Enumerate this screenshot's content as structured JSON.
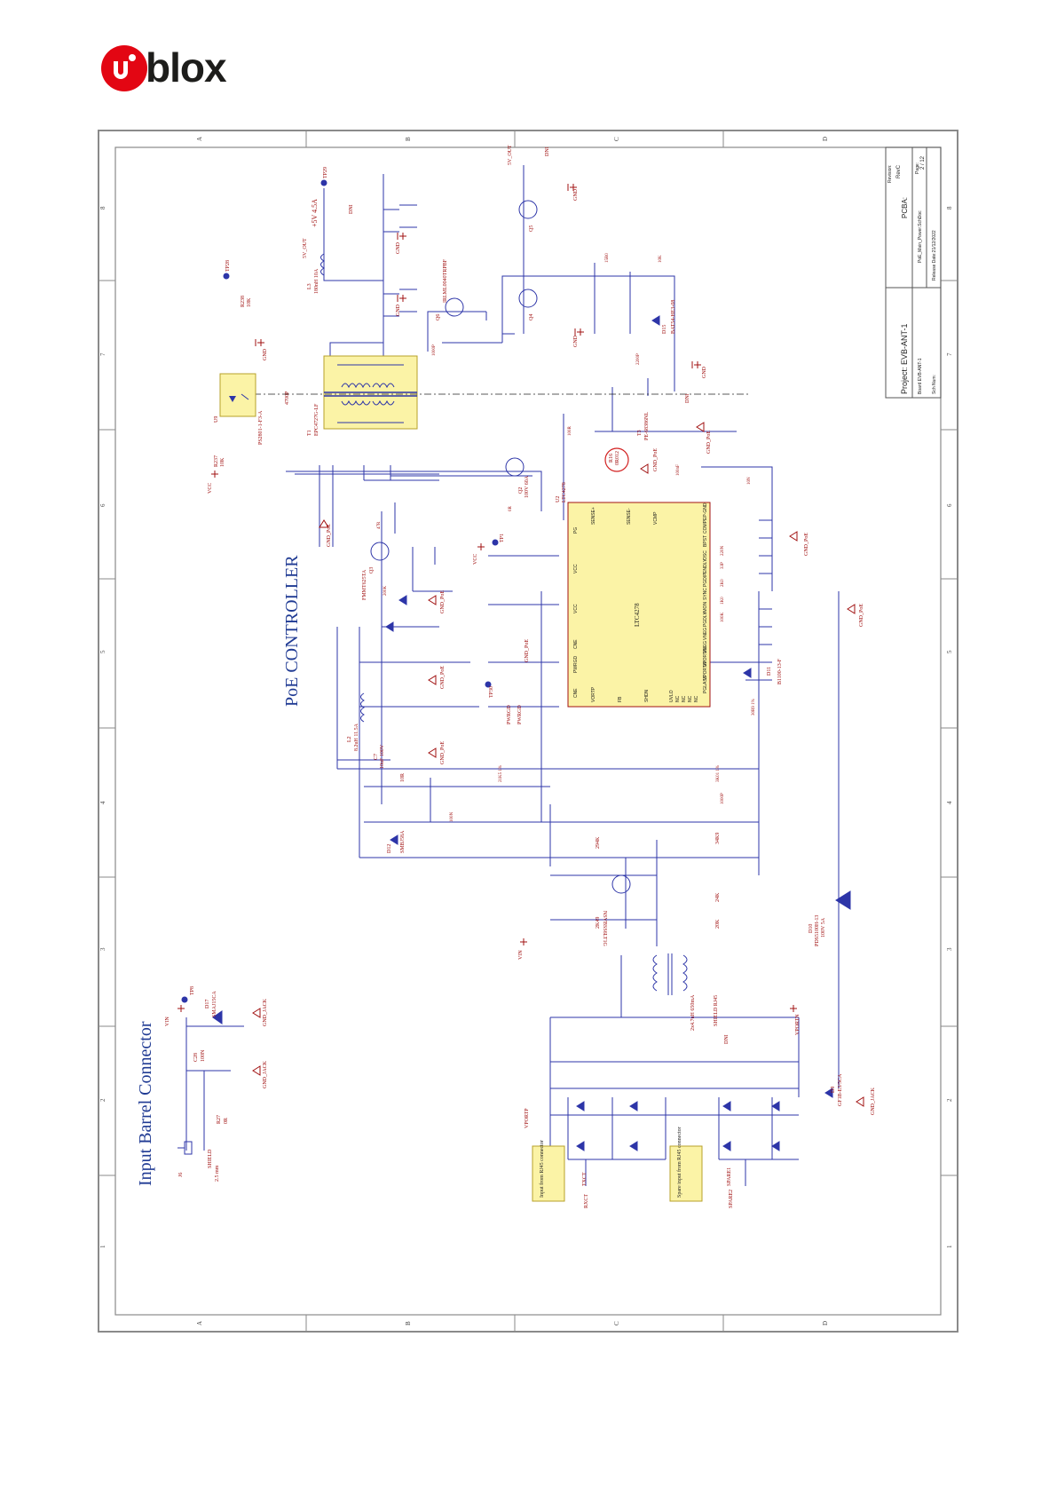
{
  "logo": {
    "brand": "ublox",
    "brand_color": "#e30613"
  },
  "sheet": {
    "rotation": "landscape rotated 90° counter-clockwise",
    "border_letters": [
      "A",
      "B",
      "C",
      "D"
    ],
    "border_numbers": [
      "1",
      "2",
      "3",
      "4",
      "5",
      "6",
      "7",
      "8"
    ],
    "title_block": {
      "project": "Project: EVB-ANT-1",
      "board": "Board EVB-ANT-1",
      "sch_num": "Sch Num:",
      "pcba": "PCBA:",
      "revision_label": "Revision:",
      "revision": "RevC",
      "page_label": "Page:",
      "page": "2 / 12",
      "file": "PoE_Main_Power.SchDoc",
      "release": "Release Date:21/12/2022"
    },
    "sections": {
      "poe_controller": "PoE CONTROLLER",
      "input_barrel": "Input Barrel Connector"
    },
    "notes": {
      "note1": "Input from RJ45 connector",
      "note2": "Spare input from RJ45 connector"
    },
    "nets": {
      "vcc": "VCC",
      "vin": "VIN",
      "gnd": "GND",
      "gnd_poe": "GND_PoE",
      "gnd_jack": "GND_JACK",
      "v5_out": "5V_OUT",
      "rail": "+5V 4.5A",
      "vportp": "VPORTP",
      "vportn": "VPORTN",
      "pwrgd": "PWRGD",
      "txct": "TXCT",
      "rxct": "RXCT",
      "spare1": "SPARE1",
      "spare2": "SPARE2",
      "shield_rj45": "SHIELD RJ45",
      "shield": "SHIELD"
    },
    "components": {
      "u2": "LTC4278",
      "u2_ref": "U2",
      "t1": "T1",
      "t1_part": "EPC4727G-LF",
      "t3": "T3",
      "t3_part": "PE-68386NL",
      "q2": "Q2",
      "q2_val": "100V 60A",
      "q3": "Q3",
      "q3_val": "FMMT625TA",
      "q4": "Q4",
      "q5": "Q5",
      "q6": "Q6",
      "q6_val": "IRLML0040TRPBF",
      "q1_part": "NSVBSS6LT1G",
      "d10": "D10",
      "d10_part": "PDS5100H-13",
      "d10_val": "100V 5A",
      "d11": "D11",
      "d11_part": "B1100-13-F",
      "d12": "D12",
      "d12_part": "SMBJ58A",
      "d15": "D15",
      "d15_part": "BAT54-HE3-08",
      "d17": "D17",
      "d17_part": "SMAJ15CA",
      "d9": "D9",
      "d9_part": "GF1B-E3/5CA",
      "l1_val": "2x4.7uH 650mA",
      "l2": "L2",
      "l2_val": "8.2uH 11.5A",
      "l3": "L3",
      "l3_val": "180nH 10A",
      "c7": "C7",
      "c7_val": "10uF 100V",
      "c27_val": "4700P",
      "c28": "C28",
      "c28_val": "100N",
      "r16": "R16",
      "r16_val": "0R012",
      "r4_val": "24K",
      "r5_val": "34K9",
      "r2_val": "294K",
      "r3_val": "20K",
      "r1_val": "2K49",
      "r6_val": "10R",
      "r27": "R27",
      "r27_val": "0R",
      "r237": "R237",
      "r237_val": "10K",
      "r238": "R238",
      "r238_val": "10K",
      "u9": "U9",
      "u9_part": "PS2801-1-F3-A",
      "j6": "J6",
      "j6_val": "2.5 mm",
      "tp8": "TP8",
      "tp28": "TP28",
      "tp29": "TP29",
      "tp30": "TP30",
      "tp1": "TP1",
      "dni": "DNI",
      "pins_left": [
        "EP-GND",
        "COMP",
        "BPST",
        "OSC",
        "ENDLY",
        "PGDIP",
        "SYNC",
        "IMON",
        "PGDLY",
        "VNEG",
        "VNEG",
        "VPORTN",
        "VPORTN",
        "PGLASS"
      ],
      "pins_top": [
        "SENSE+",
        "SENSE-",
        "VCMP"
      ],
      "pins_right": [
        "VCC",
        "VORTP",
        "FB",
        "SHDN",
        "UVLO",
        "NC",
        "NC",
        "NC",
        "NC"
      ],
      "pins_bottom": [
        "PG",
        "VCC",
        "CNE",
        "PWRGD",
        "CNE"
      ],
      "cap_values": [
        "1000P",
        "2200P",
        "100nF",
        "100N",
        "33P",
        "10N",
        "220N",
        "1000P"
      ],
      "res_values": [
        "100R",
        "15R0",
        "10K",
        "2K0",
        "200K",
        "1K0",
        "100K",
        "21K5 1%",
        "3K01 1%",
        "30R9 1%",
        "47R",
        "0R"
      ]
    }
  }
}
